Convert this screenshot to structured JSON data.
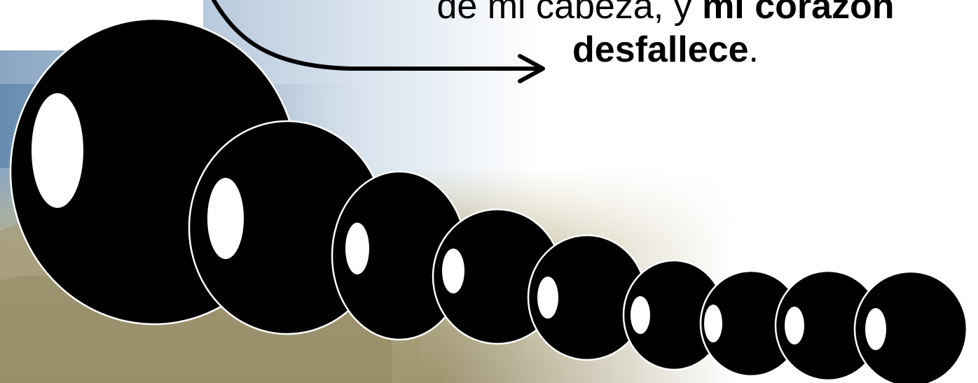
{
  "caption": {
    "line1_plain": "de mi cabeza, y ",
    "line1_bold": "mi corazón",
    "line2_bold": "desfallece",
    "line2_end": "."
  },
  "drops": [
    {
      "name": "drop-1"
    },
    {
      "name": "drop-2"
    },
    {
      "name": "drop-3"
    },
    {
      "name": "drop-4"
    },
    {
      "name": "drop-5"
    },
    {
      "name": "drop-6"
    },
    {
      "name": "drop-7"
    },
    {
      "name": "drop-8"
    },
    {
      "name": "drop-9"
    }
  ],
  "colors": {
    "drop_fill": "#000000",
    "drop_highlight": "#ffffff",
    "arrow": "#000000",
    "sky_top": "#cfdbe8",
    "sea": "#6f93b3",
    "grass": "#b7ab82"
  }
}
